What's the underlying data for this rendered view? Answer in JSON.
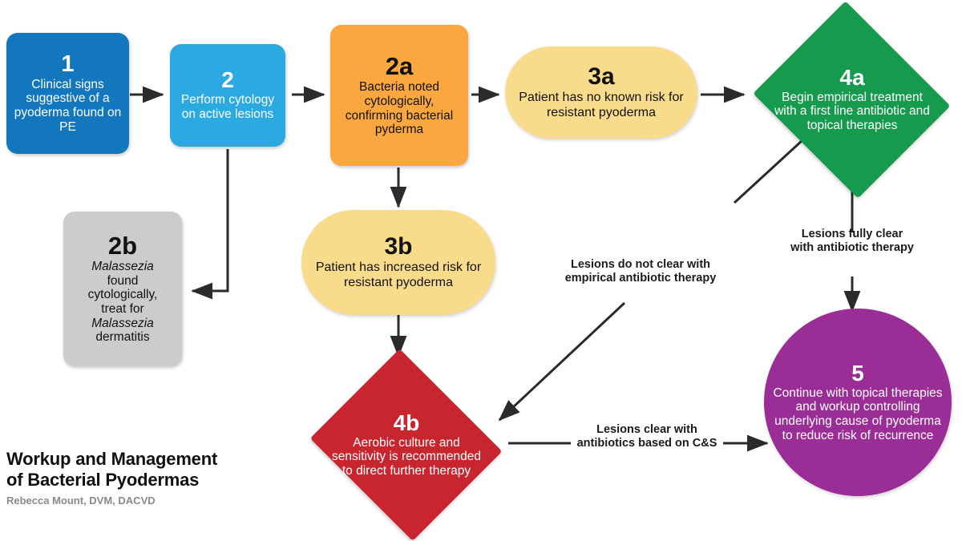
{
  "title": {
    "line1": "Workup and Management",
    "line2": "of Bacterial Pyodermas",
    "author": "Rebecca Mount, DVM, DACVD"
  },
  "colors": {
    "node1_blue_dark": "#1277BC",
    "node2_blue_light": "#2BAAE2",
    "node2a_orange": "#F9A73E",
    "node3a_yellow": "#F8DC8C",
    "node3b_yellow": "#F8DC8C",
    "node2b_gray": "#CCCCCC",
    "node4a_green": "#159A4E",
    "node4b_red": "#C8252F",
    "node5_purple": "#9B2D96",
    "arrow": "#2b2b2b",
    "text_light": "#FFFFFF",
    "text_dark": "#111111"
  },
  "nodes": [
    {
      "id": "node-1",
      "tag": "1",
      "text": "Clinical signs suggestive of a pyoderma found on PE",
      "shape": "rounded-rect",
      "fill": "#1277BC",
      "text_color": "#FFFFFF"
    },
    {
      "id": "node-2",
      "tag": "2",
      "text": "Perform cytology on active lesions",
      "shape": "rounded-rect",
      "fill": "#2BAAE2",
      "text_color": "#FFFFFF"
    },
    {
      "id": "node-2a",
      "tag": "2a",
      "text": "Bacteria noted cytologically, confirming bacterial pyderma",
      "shape": "rounded-rect",
      "fill": "#F9A73E",
      "text_color": "#111111"
    },
    {
      "id": "node-2b",
      "tag": "2b",
      "text": "Malassezia found cytologically, treat for Malassezia dermatitis",
      "shape": "rounded-rect",
      "fill": "#CCCCCC",
      "text_color": "#111111",
      "italic_terms": [
        "Malassezia"
      ]
    },
    {
      "id": "node-3a",
      "tag": "3a",
      "text": "Patient has no known risk for resistant pyoderma",
      "shape": "pill",
      "fill": "#F8DC8C",
      "text_color": "#111111"
    },
    {
      "id": "node-3b",
      "tag": "3b",
      "text": "Patient has increased risk for resistant pyoderma",
      "shape": "pill",
      "fill": "#F8DC8C",
      "text_color": "#111111"
    },
    {
      "id": "node-4a",
      "tag": "4a",
      "text": "Begin empirical treatment with a first line antibiotic and topical therapies",
      "shape": "diamond",
      "fill": "#159A4E",
      "text_color": "#FFFFFF"
    },
    {
      "id": "node-4b",
      "tag": "4b",
      "text": "Aerobic culture and sensitivity is recommended to direct further therapy",
      "shape": "diamond",
      "fill": "#C8252F",
      "text_color": "#FFFFFF"
    },
    {
      "id": "node-5",
      "tag": "5",
      "text": "Continue with topical therapies and workup controlling underlying cause of pyoderma to reduce risk of recurrence",
      "shape": "circle",
      "fill": "#9B2D96",
      "text_color": "#FFFFFF"
    }
  ],
  "edge_labels": {
    "not_clear_l1": "Lesions do not clear with",
    "not_clear_l2": "empirical antibiotic therapy",
    "fully_clear_l1": "Lesions fully clear",
    "fully_clear_l2": "with antibiotic therapy",
    "clear_cs_l1": "Lesions clear with",
    "clear_cs_l2": "antibiotics based on C&S"
  }
}
